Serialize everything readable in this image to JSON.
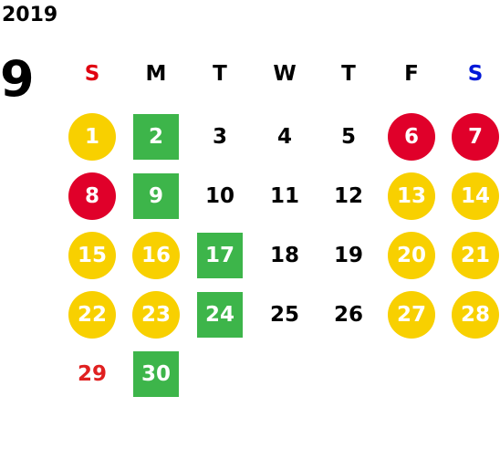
{
  "year": "2019",
  "month": "9",
  "weekdays": [
    {
      "label": "S",
      "color": "#e00010"
    },
    {
      "label": "M",
      "color": "#000000"
    },
    {
      "label": "T",
      "color": "#000000"
    },
    {
      "label": "W",
      "color": "#000000"
    },
    {
      "label": "T",
      "color": "#000000"
    },
    {
      "label": "F",
      "color": "#000000"
    },
    {
      "label": "S",
      "color": "#0018d8"
    }
  ],
  "colors": {
    "yellow": "#f8d000",
    "red": "#e0002a",
    "green": "#3db54a",
    "red_text": "#e02020"
  },
  "days": [
    {
      "n": "1",
      "style": "yellow"
    },
    {
      "n": "2",
      "style": "green"
    },
    {
      "n": "3",
      "style": "plain"
    },
    {
      "n": "4",
      "style": "plain"
    },
    {
      "n": "5",
      "style": "plain"
    },
    {
      "n": "6",
      "style": "red"
    },
    {
      "n": "7",
      "style": "red"
    },
    {
      "n": "8",
      "style": "red"
    },
    {
      "n": "9",
      "style": "green"
    },
    {
      "n": "10",
      "style": "plain"
    },
    {
      "n": "11",
      "style": "plain"
    },
    {
      "n": "12",
      "style": "plain"
    },
    {
      "n": "13",
      "style": "yellow"
    },
    {
      "n": "14",
      "style": "yellow"
    },
    {
      "n": "15",
      "style": "yellow"
    },
    {
      "n": "16",
      "style": "yellow"
    },
    {
      "n": "17",
      "style": "green"
    },
    {
      "n": "18",
      "style": "plain"
    },
    {
      "n": "19",
      "style": "plain"
    },
    {
      "n": "20",
      "style": "yellow"
    },
    {
      "n": "21",
      "style": "yellow"
    },
    {
      "n": "22",
      "style": "yellow"
    },
    {
      "n": "23",
      "style": "yellow"
    },
    {
      "n": "24",
      "style": "green"
    },
    {
      "n": "25",
      "style": "plain"
    },
    {
      "n": "26",
      "style": "plain"
    },
    {
      "n": "27",
      "style": "yellow"
    },
    {
      "n": "28",
      "style": "yellow"
    },
    {
      "n": "29",
      "style": "red_text"
    },
    {
      "n": "30",
      "style": "green"
    }
  ]
}
